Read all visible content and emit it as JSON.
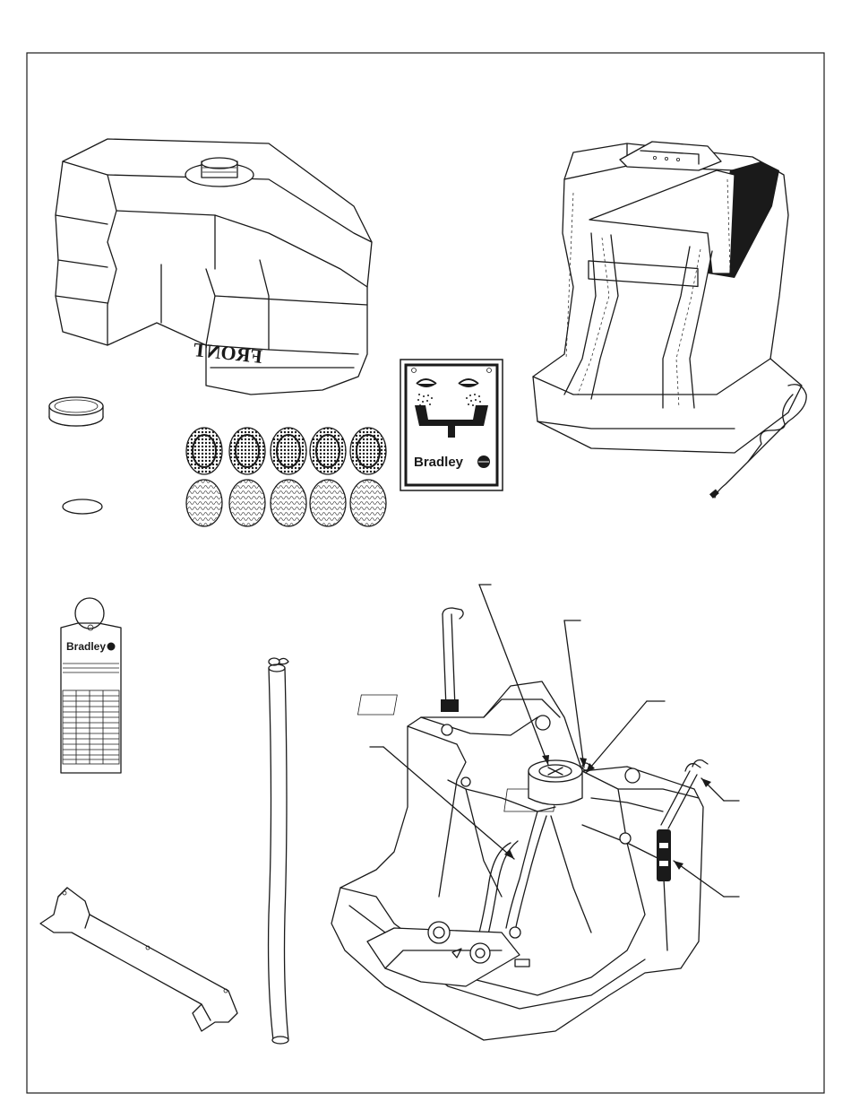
{
  "tank": {
    "front_label": "FRONT"
  },
  "sign": {
    "brand": "Bradley"
  },
  "tag": {
    "brand": "Bradley"
  }
}
